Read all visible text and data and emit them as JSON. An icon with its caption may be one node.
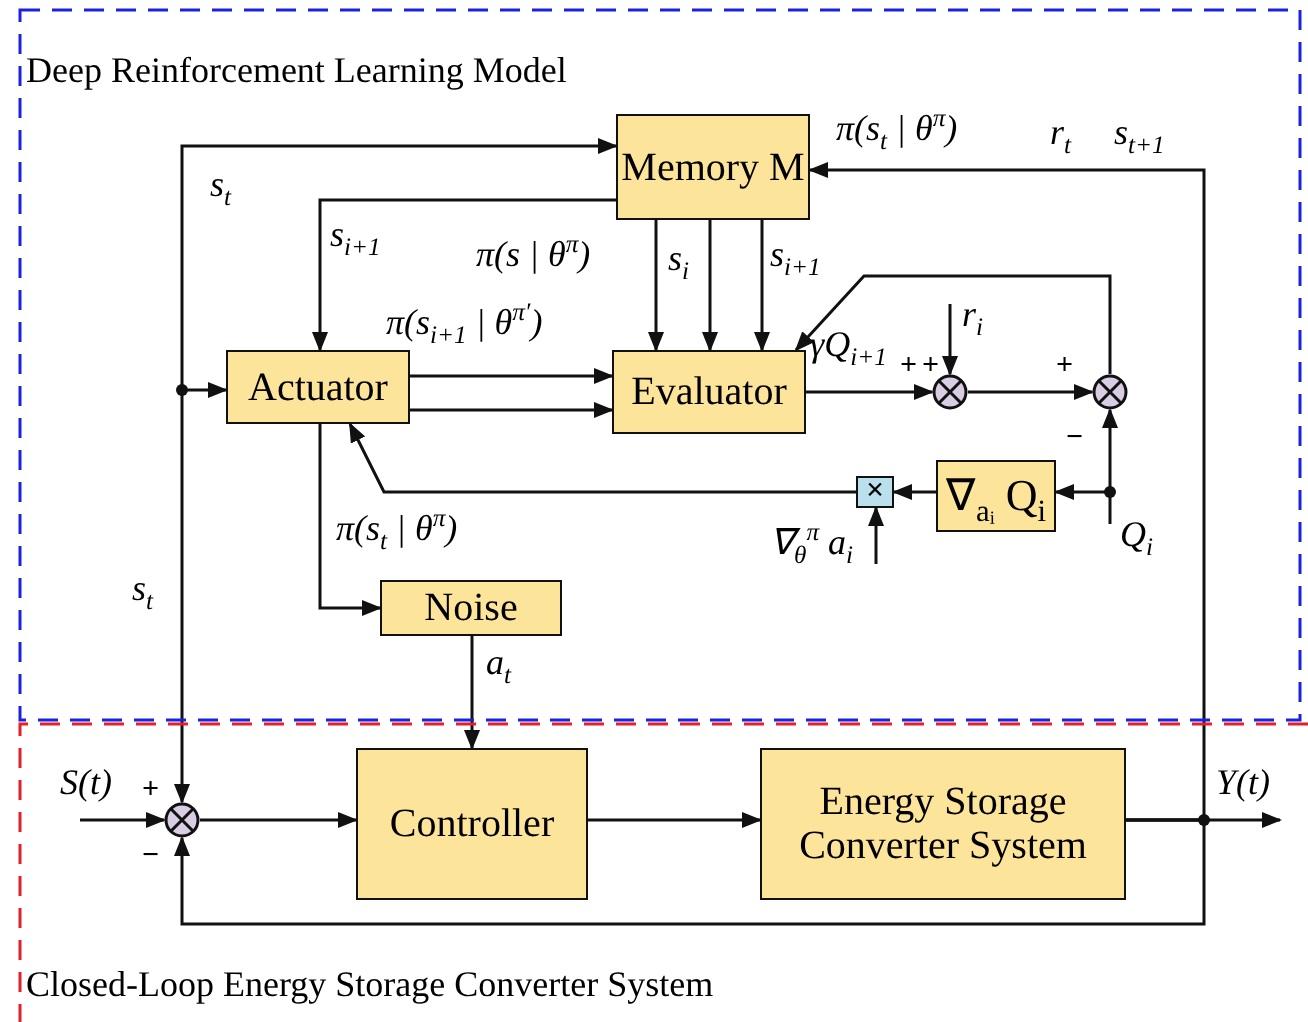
{
  "diagram": {
    "nodes": [
      {
        "text": [
          "Deep Reinforcement Learning Model"
        ]
      },
      {
        "text": [
          "Closed-Loop Energy Storage Converter System"
        ]
      },
      {
        "text": [
          "Memory M"
        ],
        "in": 0
      },
      {
        "text": [
          "Actuator"
        ],
        "in": 0
      },
      {
        "text": [
          "Evaluator"
        ],
        "in": 0
      },
      {
        "text": [],
        "shape": "circle",
        "in": 0
      },
      {
        "text": [],
        "shape": "circle",
        "in": 0
      },
      {
        "text": [
          "∇$_{aᵢ}$ Q$_{i}$"
        ],
        "in": 0
      },
      {
        "text": [
          "×"
        ],
        "in": 0
      },
      {
        "text": [
          "Noise"
        ],
        "in": 0
      },
      {
        "text": [],
        "shape": "circle",
        "in": 1
      },
      {
        "text": [
          "Controller"
        ],
        "in": 1
      },
      {
        "text": [
          "Energy Storage Converter System"
        ],
        "in": 1
      }
    ],
    "edges": [
      {
        "from": null,
        "to": 2,
        "arrow": "to",
        "label": "s$_{t}$"
      },
      {
        "from": null,
        "to": 3,
        "arrow": "to"
      },
      {
        "from": null,
        "to": 10,
        "arrow": "to",
        "label": "s$_{t}$"
      },
      {
        "from": 2,
        "to": 3,
        "arrow": "to",
        "label": "s$_{i+1}$"
      },
      {
        "from": 2,
        "to": 4,
        "arrow": "to",
        "label": "π(s | θ$^{π}$)"
      },
      {
        "from": 2,
        "to": 4,
        "arrow": "to",
        "label": "s$_{i}$"
      },
      {
        "from": 2,
        "to": 4,
        "arrow": "to",
        "label": "s$_{i+1}$"
      },
      {
        "from": 3,
        "to": 4,
        "arrow": "to",
        "label": "π(s$_{i+1}$ | θ$^{π′}$)"
      },
      {
        "from": 3,
        "to": 4,
        "arrow": "to"
      },
      {
        "from": 4,
        "to": 5,
        "arrow": "to",
        "label": "γQ$_{i+1}$"
      },
      {
        "from": null,
        "to": 5,
        "arrow": "to",
        "label": "r$_{i}$"
      },
      {
        "from": 5,
        "to": 6,
        "arrow": "to"
      },
      {
        "from": 6,
        "to": 4,
        "arrow": "to"
      },
      {
        "from": null,
        "to": 6,
        "arrow": "to",
        "label": "Q$_{i}$"
      },
      {
        "from": null,
        "to": 7,
        "arrow": "to"
      },
      {
        "from": 7,
        "to": 8,
        "arrow": "to"
      },
      {
        "from": null,
        "to": 8,
        "arrow": "to",
        "label": "∇$_{θ}$$^{π}$ a$_{i}$"
      },
      {
        "from": 8,
        "to": 3,
        "arrow": "to"
      },
      {
        "from": 3,
        "to": 9,
        "arrow": "to",
        "label": "π(s$_{t}$ | θ$^{π}$)"
      },
      {
        "from": 9,
        "to": 11,
        "arrow": "to",
        "label": "a$_{t}$"
      },
      {
        "from": null,
        "to": 10,
        "arrow": "to",
        "label": "S(t)"
      },
      {
        "from": 10,
        "to": 11,
        "arrow": "to"
      },
      {
        "from": 11,
        "to": 12,
        "arrow": "to"
      },
      {
        "from": 12,
        "to": null,
        "arrow": "to",
        "label": "Y(t)"
      },
      {
        "from": 12,
        "to": 10,
        "arrow": "to"
      },
      {
        "from": 12,
        "to": 2,
        "arrow": "to"
      }
    ],
    "labels": [
      "π(s$_{t}$ | θ$^{π}$)",
      "r$_{t}$",
      "s$_{t+1}$",
      "+",
      "+",
      "+",
      "−",
      "+",
      "−"
    ]
  }
}
